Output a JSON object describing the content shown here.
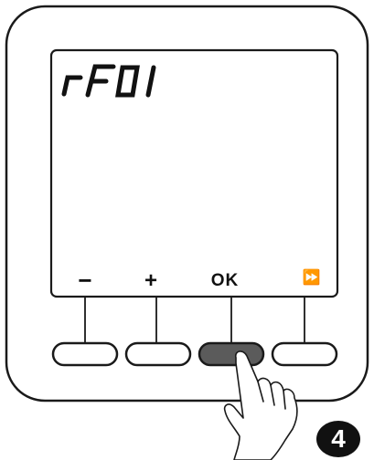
{
  "display": {
    "code": "rF01"
  },
  "buttons": {
    "minus_label": "−",
    "plus_label": "+",
    "ok_label": "OK",
    "next_label": "⏩"
  },
  "step": {
    "number": "4"
  },
  "colors": {
    "outline": "#1a1a1a",
    "pressed_button": "#5b5b5b",
    "badge": "#111111"
  },
  "icons": {
    "hand": "hand-pointer-icon",
    "fast_forward": "fast-forward-icon"
  }
}
